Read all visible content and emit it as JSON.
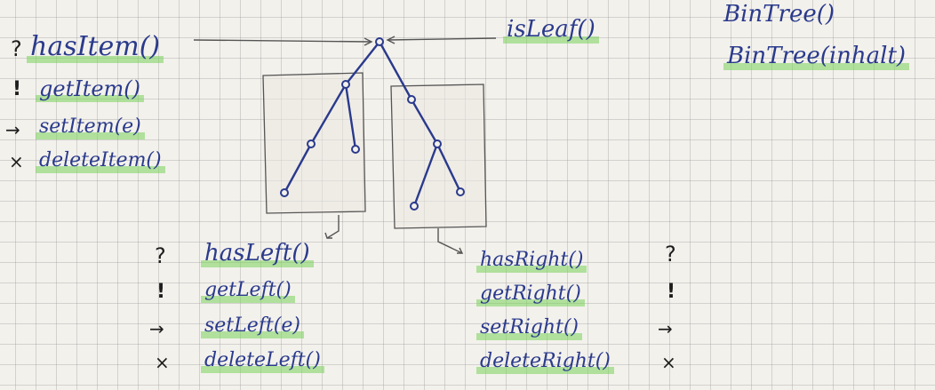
{
  "root_group": {
    "symbols": [
      "?",
      "!",
      "→",
      "×"
    ],
    "methods": [
      "hasItem()",
      "getItem()",
      "setItem(e)",
      "deleteItem()"
    ]
  },
  "leaf_label": "isLeaf()",
  "constructors": [
    "BinTree()",
    "BinTree(inhalt)"
  ],
  "left_group": {
    "symbols": [
      "?",
      "!",
      "→",
      "×"
    ],
    "methods": [
      "hasLeft()",
      "getLeft()",
      "setLeft(e)",
      "deleteLeft()"
    ]
  },
  "right_group": {
    "symbols": [
      "?",
      "!",
      "→",
      "×"
    ],
    "methods": [
      "hasRight()",
      "getRight()",
      "setRight()",
      "deleteRight()"
    ]
  },
  "colors": {
    "ink": "#2a3a8c",
    "highlight": "#7cd25a",
    "pencil": "#555555",
    "paper": "#f3f1ec"
  }
}
